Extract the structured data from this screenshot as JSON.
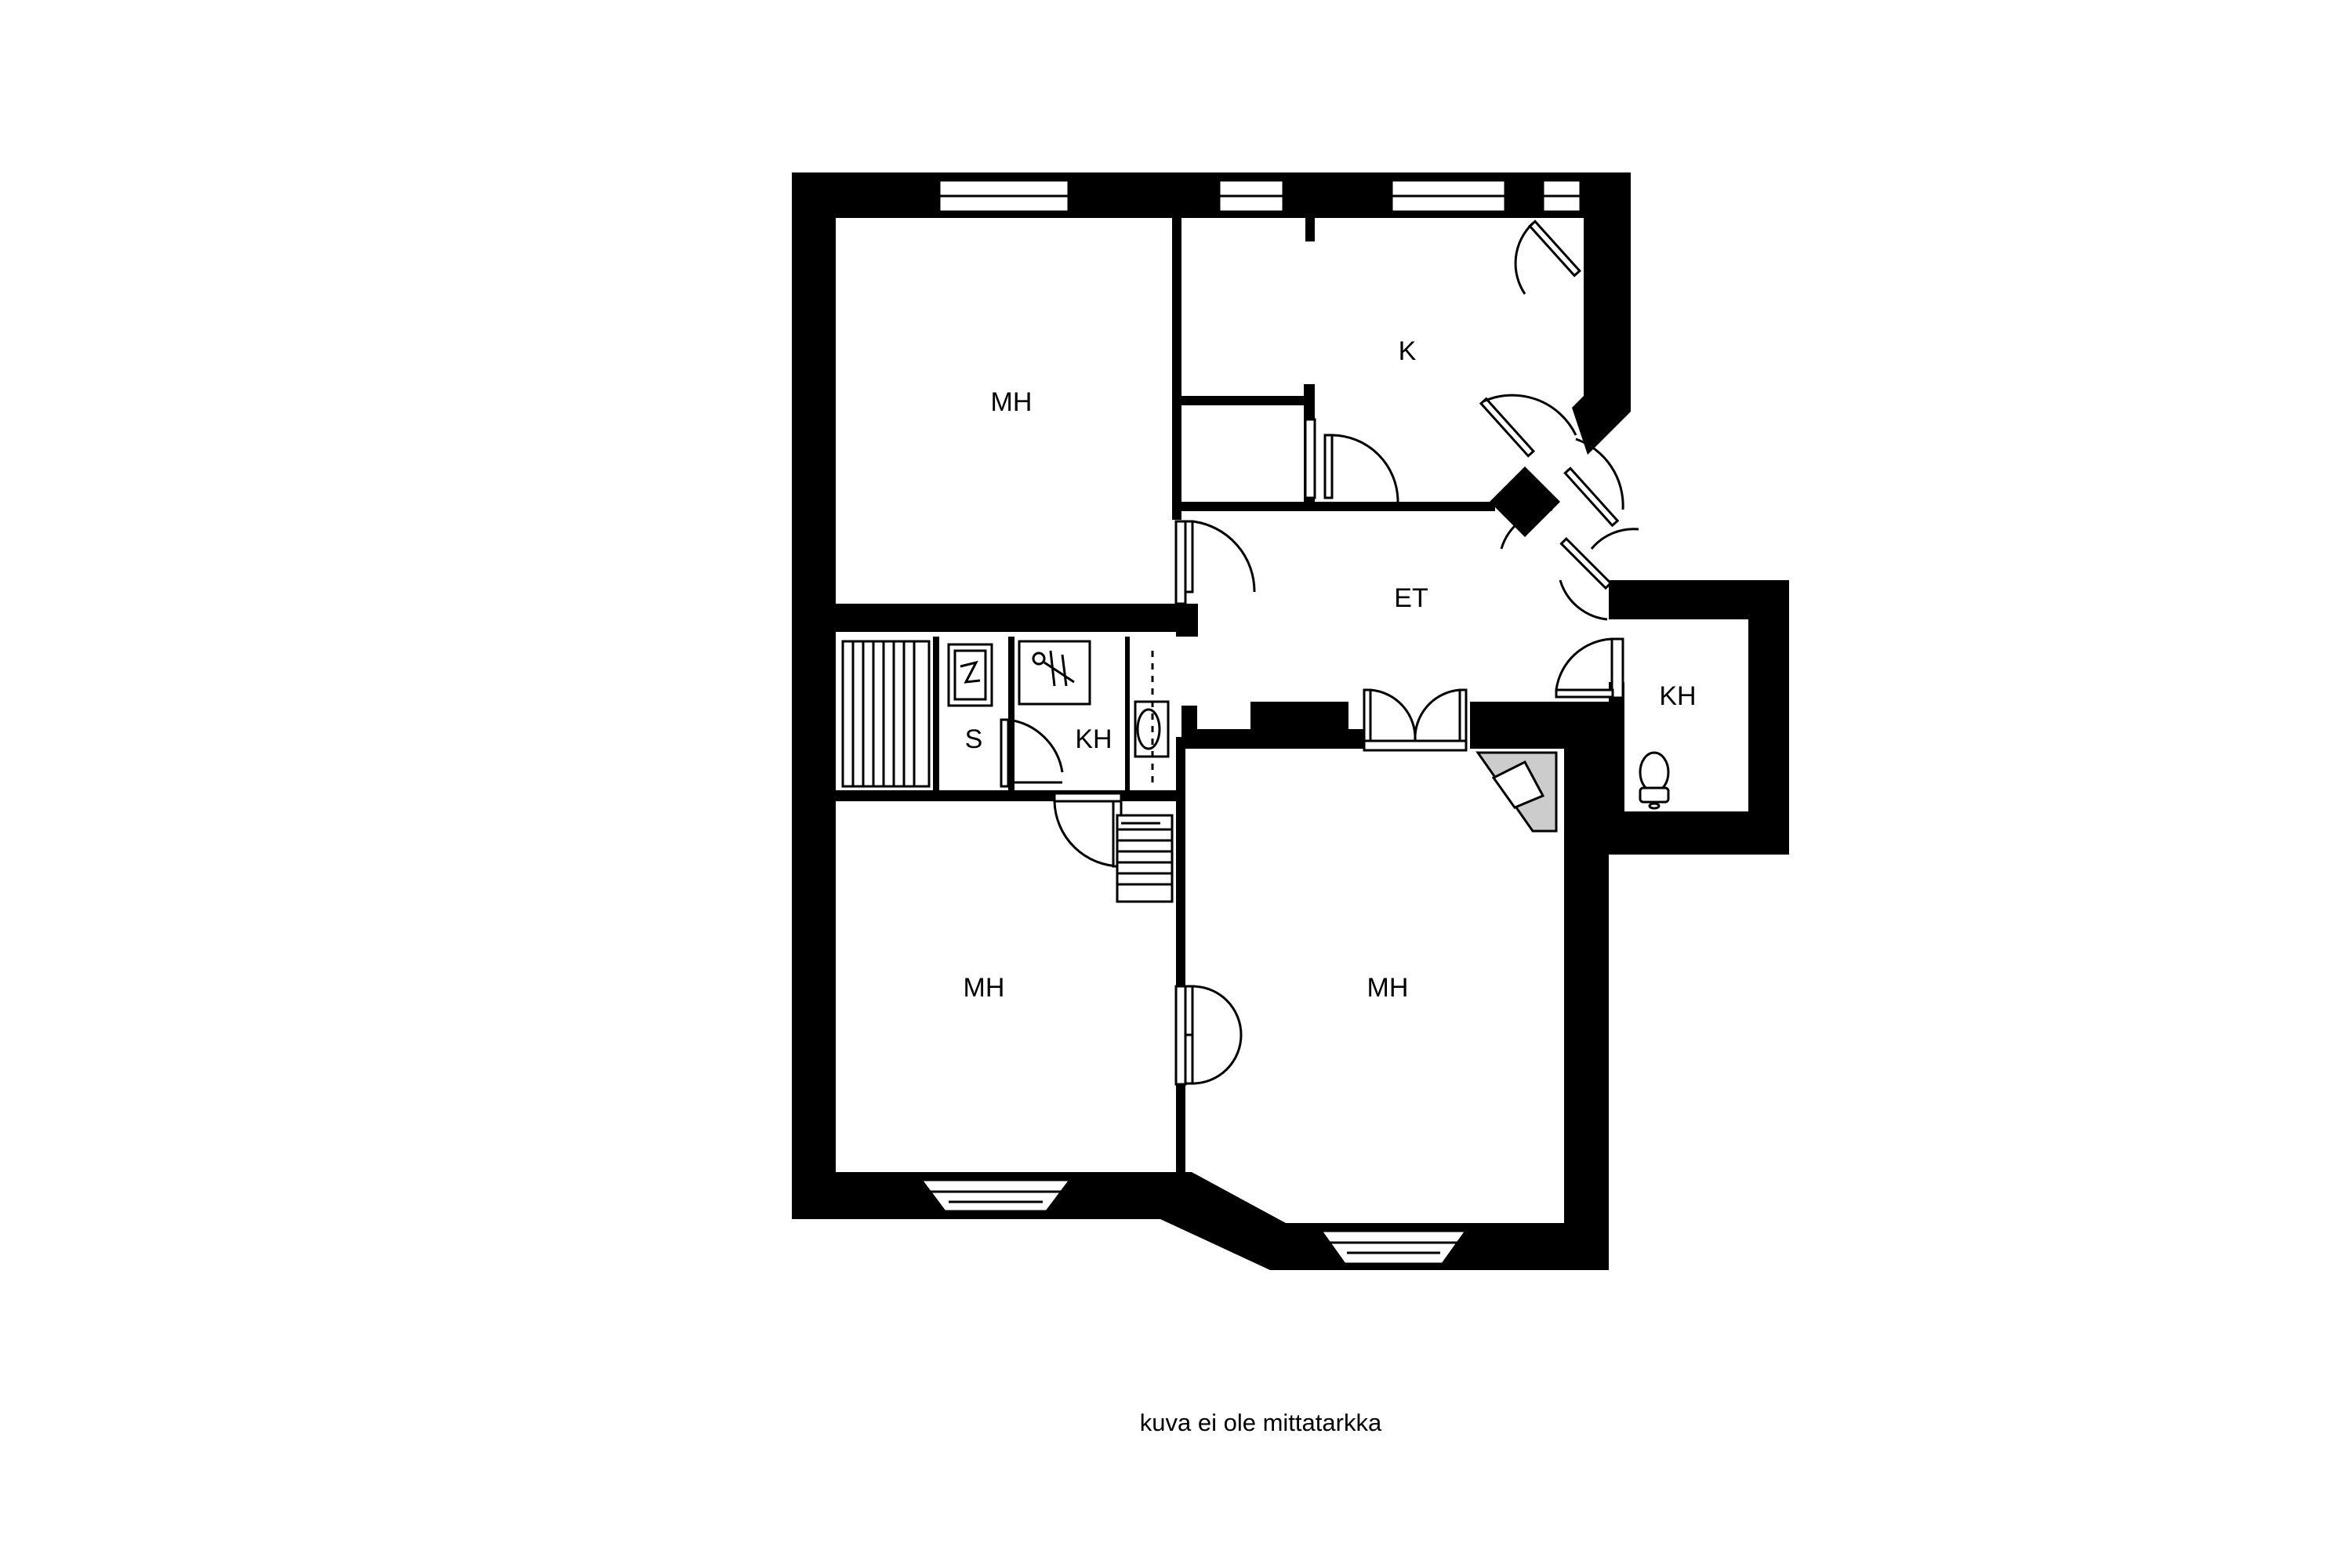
{
  "rooms": {
    "bedroom_top_left": "MH",
    "kitchen": "K",
    "hall": "ET",
    "toilet_right": "KH",
    "sauna": "S",
    "bathroom": "KH",
    "bedroom_bottom_left": "MH",
    "bedroom_bottom_right": "MH"
  },
  "caption": "kuva ei ole mittatarkka",
  "colors": {
    "wall": "#000000",
    "fixture_fill": "#cccccc"
  }
}
